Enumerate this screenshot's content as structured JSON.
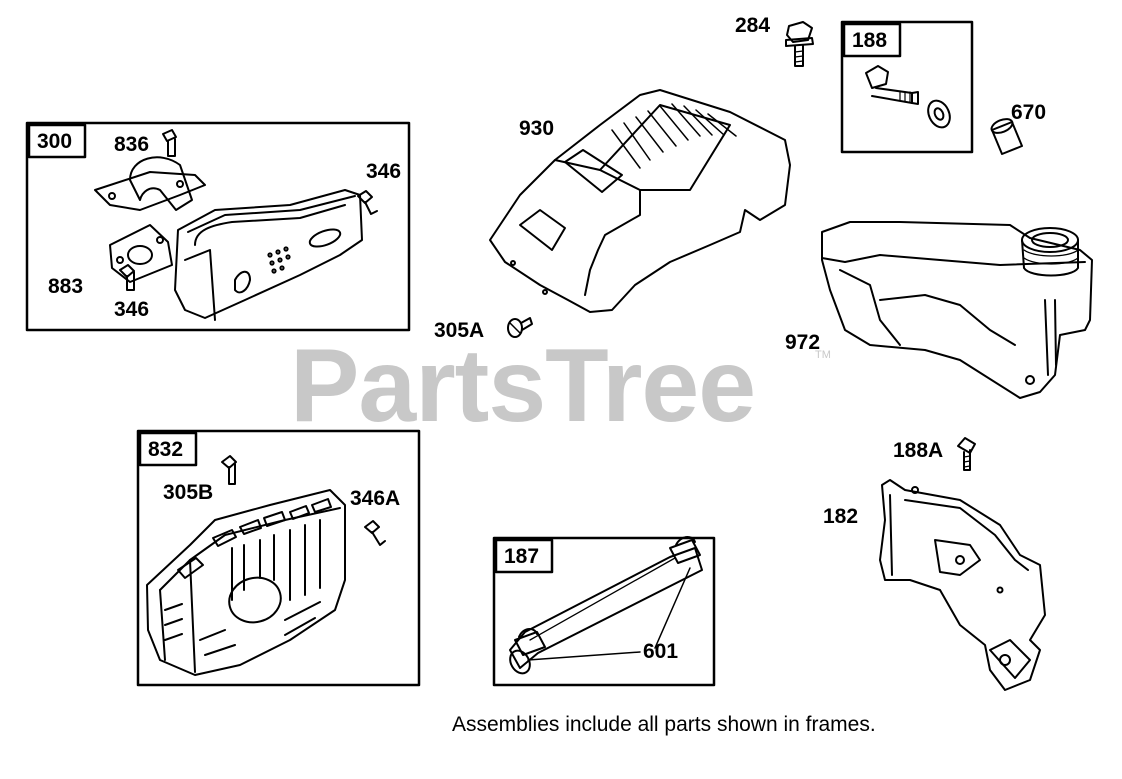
{
  "watermark": {
    "text": "PartsTree",
    "trademark": "TM",
    "color": "#c8c8c8"
  },
  "frames": [
    {
      "id": "frame-300",
      "number": "300"
    },
    {
      "id": "frame-188",
      "number": "188"
    },
    {
      "id": "frame-832",
      "number": "832"
    },
    {
      "id": "frame-187",
      "number": "187"
    }
  ],
  "labels": {
    "p284": "284",
    "p670": "670",
    "p930": "930",
    "p836": "836",
    "p346_top": "346",
    "p883": "883",
    "p346_bottom": "346",
    "p305a": "305A",
    "p972": "972",
    "p188a": "188A",
    "p182": "182",
    "p305b": "305B",
    "p346a": "346A",
    "p601": "601"
  },
  "footnote": "Assemblies include all parts shown in frames."
}
